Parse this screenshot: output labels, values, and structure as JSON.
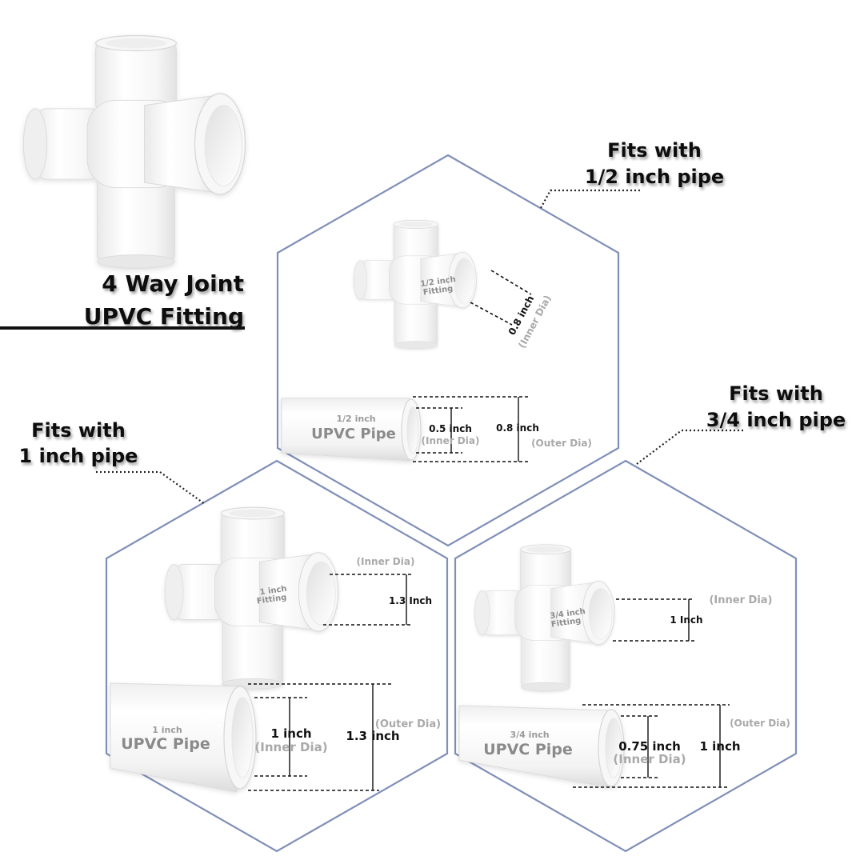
{
  "product": {
    "title_line1": "4 Way Joint",
    "title_line2": "UPVC Fitting"
  },
  "half_inch": {
    "callout_line1": "Fits with",
    "callout_line2": "1/2 inch pipe",
    "fitting_label_line1": "1/2 inch",
    "fitting_label_line2": "Fitting",
    "fitting_inner_value": "0.8 inch",
    "fitting_inner_note": "(Inner Dia)",
    "pipe_size": "1/2 inch",
    "pipe_name": "UPVC Pipe",
    "pipe_inner_value": "0.5 inch",
    "pipe_inner_note": "(Inner Dia)",
    "pipe_outer_value": "0.8 inch",
    "pipe_outer_note": "(Outer Dia)"
  },
  "one_inch": {
    "callout_line1": "Fits with",
    "callout_line2": "1 inch pipe",
    "fitting_label_line1": "1 inch",
    "fitting_label_line2": "Fitting",
    "fitting_inner_note": "(Inner Dia)",
    "fitting_inner_value": "1.3 Inch",
    "pipe_size": "1 inch",
    "pipe_name": "UPVC Pipe",
    "pipe_inner_value": "1 inch",
    "pipe_inner_note": "(Inner Dia)",
    "pipe_outer_value": "1.3 inch",
    "pipe_outer_note": "(Outer Dia)"
  },
  "three_quarter_inch": {
    "callout_line1": "Fits with",
    "callout_line2": "3/4 inch pipe",
    "fitting_label_line1": "3/4 inch",
    "fitting_label_line2": "Fitting",
    "fitting_inner_note": "(Inner Dia)",
    "fitting_inner_value": "1 Inch",
    "pipe_size": "3/4 inch",
    "pipe_name": "UPVC Pipe",
    "pipe_inner_value": "0.75 inch",
    "pipe_inner_note": "(Inner Dia)",
    "pipe_outer_value": "1 inch",
    "pipe_outer_note": "(Outer Dia)"
  },
  "colors": {
    "hexagon_border": "#7f8fb8",
    "muted_text": "#a9a9a9",
    "main_text": "#111111"
  }
}
